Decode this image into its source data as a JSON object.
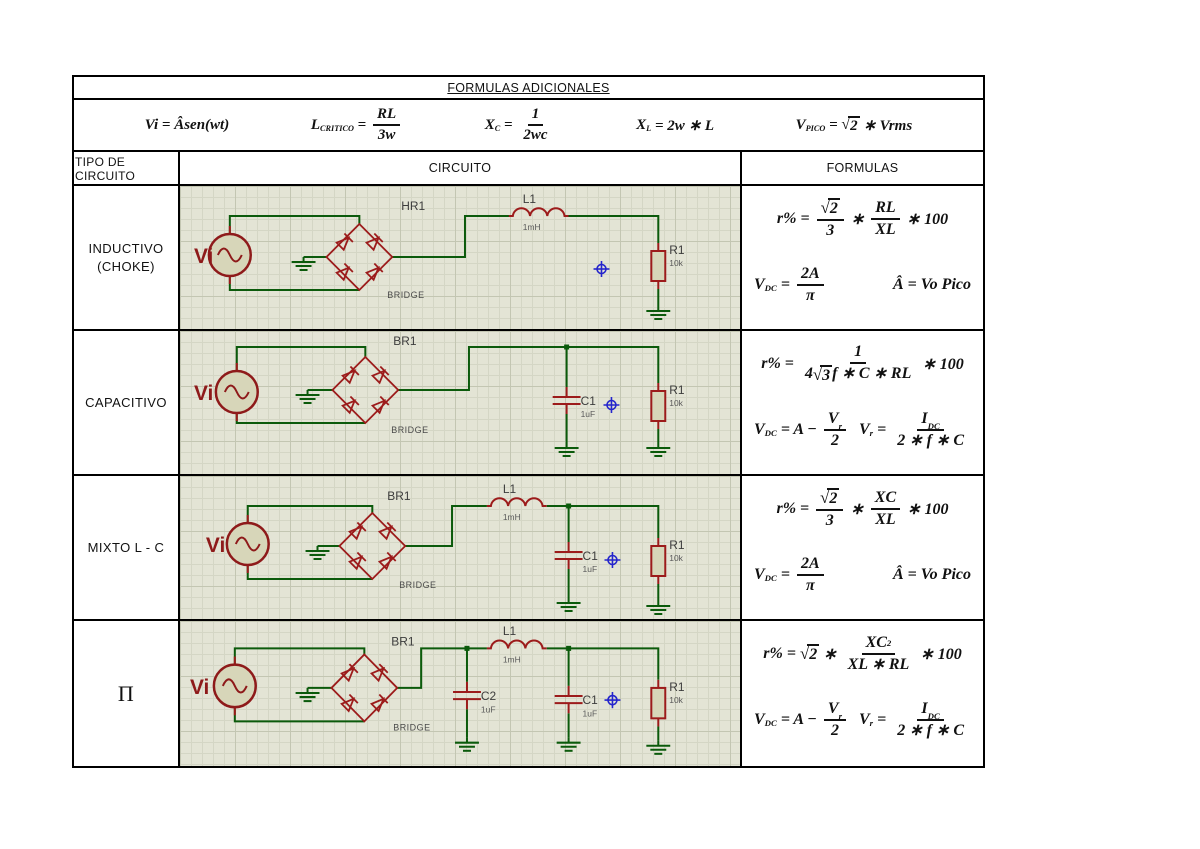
{
  "top": {
    "title": "FORMULAS ADICIONALES",
    "items": [
      [
        {
          "t": "s",
          "v": "Vi = Âsen(wt)"
        }
      ],
      [
        {
          "t": "s",
          "v": "L"
        },
        {
          "t": "sub",
          "v": "CRITICO"
        },
        {
          "t": "s",
          "v": " = "
        },
        {
          "t": "frac",
          "num": [
            {
              "t": "s",
              "v": "RL"
            }
          ],
          "den": [
            {
              "t": "s",
              "v": "3w"
            }
          ]
        }
      ],
      [
        {
          "t": "s",
          "v": "X"
        },
        {
          "t": "sub",
          "v": "C"
        },
        {
          "t": "s",
          "v": " = "
        },
        {
          "t": "frac",
          "num": [
            {
              "t": "s",
              "v": "1"
            }
          ],
          "den": [
            {
              "t": "s",
              "v": "2wc"
            }
          ]
        }
      ],
      [
        {
          "t": "s",
          "v": "X"
        },
        {
          "t": "sub",
          "v": "L"
        },
        {
          "t": "s",
          "v": " = 2w ∗ L"
        }
      ],
      [
        {
          "t": "s",
          "v": "V"
        },
        {
          "t": "sub",
          "v": "PICO"
        },
        {
          "t": "s",
          "v": " = "
        },
        {
          "t": "rad",
          "c": [
            {
              "t": "s",
              "v": "2"
            }
          ]
        },
        {
          "t": "s",
          "v": " ∗ Vrms"
        }
      ]
    ]
  },
  "header": {
    "col1": "TIPO DE CIRCUITO",
    "col2": "CIRCUITO",
    "col3": "FORMULAS"
  },
  "rows": [
    {
      "type_lines": [
        "INDUCTIVO",
        "(CHOKE)"
      ],
      "circuit": {
        "source_label": "Vi",
        "bridge_ref": "HR1",
        "bridge_type": "BRIDGE",
        "ind_ref": "L1",
        "ind_val": "1mH",
        "res_ref": "R1",
        "res_val": "10k"
      },
      "formulas": {
        "line1": [
          {
            "t": "s",
            "v": "r% = "
          },
          {
            "t": "frac",
            "num": [
              {
                "t": "rad",
                "c": [
                  {
                    "t": "s",
                    "v": "2"
                  }
                ]
              }
            ],
            "den": [
              {
                "t": "s",
                "v": "3"
              }
            ]
          },
          {
            "t": "s",
            "v": " ∗ "
          },
          {
            "t": "frac",
            "num": [
              {
                "t": "s",
                "v": "RL"
              }
            ],
            "den": [
              {
                "t": "s",
                "v": "XL"
              }
            ]
          },
          {
            "t": "s",
            "v": " ∗ 100"
          }
        ],
        "line2a": [
          {
            "t": "s",
            "v": "V"
          },
          {
            "t": "sub",
            "v": "DC"
          },
          {
            "t": "s",
            "v": " = "
          },
          {
            "t": "frac",
            "num": [
              {
                "t": "s",
                "v": "2A"
              }
            ],
            "den": [
              {
                "t": "s",
                "v": "π"
              }
            ]
          }
        ],
        "line2b": [
          {
            "t": "s",
            "v": "Â = Vo Pico"
          }
        ]
      }
    },
    {
      "type_lines": [
        "CAPACITIVO"
      ],
      "circuit": {
        "source_label": "Vi",
        "bridge_ref": "BR1",
        "bridge_type": "BRIDGE",
        "cap1_ref": "C1",
        "cap1_val": "1uF",
        "res_ref": "R1",
        "res_val": "10k"
      },
      "formulas": {
        "line1": [
          {
            "t": "s",
            "v": "r% = "
          },
          {
            "t": "frac",
            "num": [
              {
                "t": "s",
                "v": "1"
              }
            ],
            "den": [
              {
                "t": "s",
                "v": "4"
              },
              {
                "t": "rad",
                "c": [
                  {
                    "t": "s",
                    "v": "3"
                  }
                ]
              },
              {
                "t": "s",
                "v": "f ∗ C ∗ RL"
              }
            ]
          },
          {
            "t": "s",
            "v": " ∗ 100"
          }
        ],
        "line2a": [
          {
            "t": "s",
            "v": "V"
          },
          {
            "t": "sub",
            "v": "DC"
          },
          {
            "t": "s",
            "v": " = A − "
          },
          {
            "t": "frac",
            "num": [
              {
                "t": "s",
                "v": "V"
              },
              {
                "t": "sub",
                "v": "r"
              }
            ],
            "den": [
              {
                "t": "s",
                "v": "2"
              }
            ]
          }
        ],
        "line2b": [
          {
            "t": "s",
            "v": "V"
          },
          {
            "t": "sub",
            "v": "r"
          },
          {
            "t": "s",
            "v": " = "
          },
          {
            "t": "frac",
            "num": [
              {
                "t": "s",
                "v": "I"
              },
              {
                "t": "sub",
                "v": "DC"
              }
            ],
            "den": [
              {
                "t": "s",
                "v": "2 ∗ f ∗ C"
              }
            ]
          }
        ]
      }
    },
    {
      "type_lines": [
        "MIXTO L  - C"
      ],
      "circuit": {
        "source_label": "Vi",
        "bridge_ref": "BR1",
        "bridge_type": "BRIDGE",
        "ind_ref": "L1",
        "ind_val": "1mH",
        "cap1_ref": "C1",
        "cap1_val": "1uF",
        "res_ref": "R1",
        "res_val": "10k"
      },
      "formulas": {
        "line1": [
          {
            "t": "s",
            "v": "r% = "
          },
          {
            "t": "frac",
            "num": [
              {
                "t": "rad",
                "c": [
                  {
                    "t": "s",
                    "v": "2"
                  }
                ]
              }
            ],
            "den": [
              {
                "t": "s",
                "v": "3"
              }
            ]
          },
          {
            "t": "s",
            "v": " ∗ "
          },
          {
            "t": "frac",
            "num": [
              {
                "t": "s",
                "v": "XC"
              }
            ],
            "den": [
              {
                "t": "s",
                "v": "XL"
              }
            ]
          },
          {
            "t": "s",
            "v": " ∗ 100"
          }
        ],
        "line2a": [
          {
            "t": "s",
            "v": "V"
          },
          {
            "t": "sub",
            "v": "DC"
          },
          {
            "t": "s",
            "v": " = "
          },
          {
            "t": "frac",
            "num": [
              {
                "t": "s",
                "v": "2A"
              }
            ],
            "den": [
              {
                "t": "s",
                "v": "π"
              }
            ]
          }
        ],
        "line2b": [
          {
            "t": "s",
            "v": "Â = Vo Pico"
          }
        ]
      }
    },
    {
      "type_lines": [
        "Π"
      ],
      "circuit": {
        "source_label": "Vi",
        "bridge_ref": "BR1",
        "bridge_type": "BRIDGE",
        "cap2_ref": "C2",
        "cap2_val": "1uF",
        "ind_ref": "L1",
        "ind_val": "1mH",
        "cap1_ref": "C1",
        "cap1_val": "1uF",
        "res_ref": "R1",
        "res_val": "10k"
      },
      "formulas": {
        "line1": [
          {
            "t": "s",
            "v": "r% = "
          },
          {
            "t": "rad",
            "c": [
              {
                "t": "s",
                "v": "2"
              }
            ]
          },
          {
            "t": "s",
            "v": " ∗ "
          },
          {
            "t": "frac",
            "num": [
              {
                "t": "s",
                "v": "XC"
              },
              {
                "t": "sup",
                "v": "2"
              }
            ],
            "den": [
              {
                "t": "s",
                "v": "XL ∗ RL"
              }
            ]
          },
          {
            "t": "s",
            "v": " ∗ 100"
          }
        ],
        "line2a": [
          {
            "t": "s",
            "v": "V"
          },
          {
            "t": "sub",
            "v": "DC"
          },
          {
            "t": "s",
            "v": " = A − "
          },
          {
            "t": "frac",
            "num": [
              {
                "t": "s",
                "v": "V"
              },
              {
                "t": "sub",
                "v": "r"
              }
            ],
            "den": [
              {
                "t": "s",
                "v": "2"
              }
            ]
          }
        ],
        "line2b": [
          {
            "t": "s",
            "v": "V"
          },
          {
            "t": "sub",
            "v": "r"
          },
          {
            "t": "s",
            "v": " = "
          },
          {
            "t": "frac",
            "num": [
              {
                "t": "s",
                "v": "I"
              },
              {
                "t": "sub",
                "v": "DC"
              }
            ],
            "den": [
              {
                "t": "s",
                "v": "2 ∗ f ∗ C"
              }
            ]
          }
        ]
      }
    }
  ]
}
